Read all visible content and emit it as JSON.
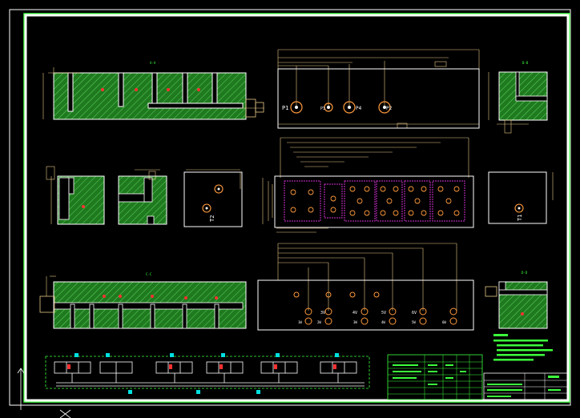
{
  "drawing": {
    "port_labels_top": [
      "P1",
      "P3",
      "P4",
      "P2"
    ],
    "port_labels_bottom_row1": [
      "3V",
      "4V",
      "5V",
      "6V"
    ],
    "port_labels_bottom_row2": [
      "1W",
      "2W",
      "3W",
      "4W",
      "5W",
      "6W"
    ],
    "side_labels": [
      "T2",
      "T1"
    ],
    "colors": {
      "background": "#000000",
      "frame": "#ffffff",
      "hatch_fill": "#1f7a1f",
      "hatch_line": "#5fd35f",
      "outline": "#ffffff",
      "dimension": "#e8c888",
      "port_ring": "#ff9a3c",
      "magenta": "#d030d0",
      "green_text": "#3cff3c",
      "cyan": "#00e0e0",
      "red": "#ff3030"
    }
  },
  "title_block": {
    "rows": 8
  }
}
